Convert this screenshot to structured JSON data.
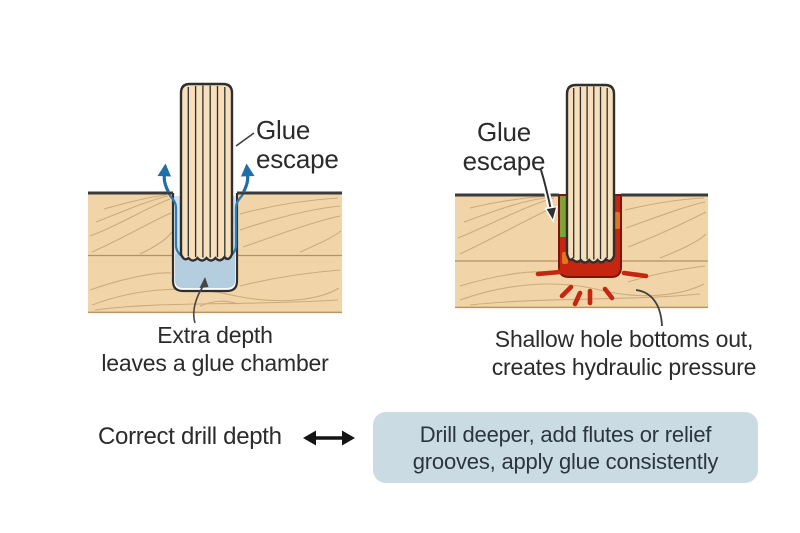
{
  "title": "Dowel glue escape comparison diagram",
  "left": {
    "label": {
      "line1": "Glue",
      "line2": "escape"
    },
    "caption": {
      "line1": "Extra depth",
      "line2": "leaves a glue chamber"
    }
  },
  "right": {
    "label": {
      "line1": "Glue",
      "line2": "escape"
    },
    "caption": {
      "line1": "Shallow hole bottoms out,",
      "line2": "creates hydraulic pressure"
    }
  },
  "footer": {
    "left_label": "Correct drill depth",
    "arrow_icon": "double-headed-arrow",
    "box": {
      "line1": "Drill deeper, add flutes or relief",
      "line2": "grooves, apply glue consistently"
    }
  },
  "colors": {
    "wood": "#f1d5a9",
    "dowel": "#f6dfba",
    "outline": "#3a3a3a",
    "glue_chamber_blue": "#b4cedf",
    "glue_flow_blue": "#2e7cb0",
    "escape_arrow_blue": "#1f6ea6",
    "pressure_red": "#c6250f",
    "glue_green": "#7fa336",
    "glue_orange": "#e2731f",
    "callout_box_bg": "#cbdbe4",
    "text": "#2b2b2b"
  }
}
